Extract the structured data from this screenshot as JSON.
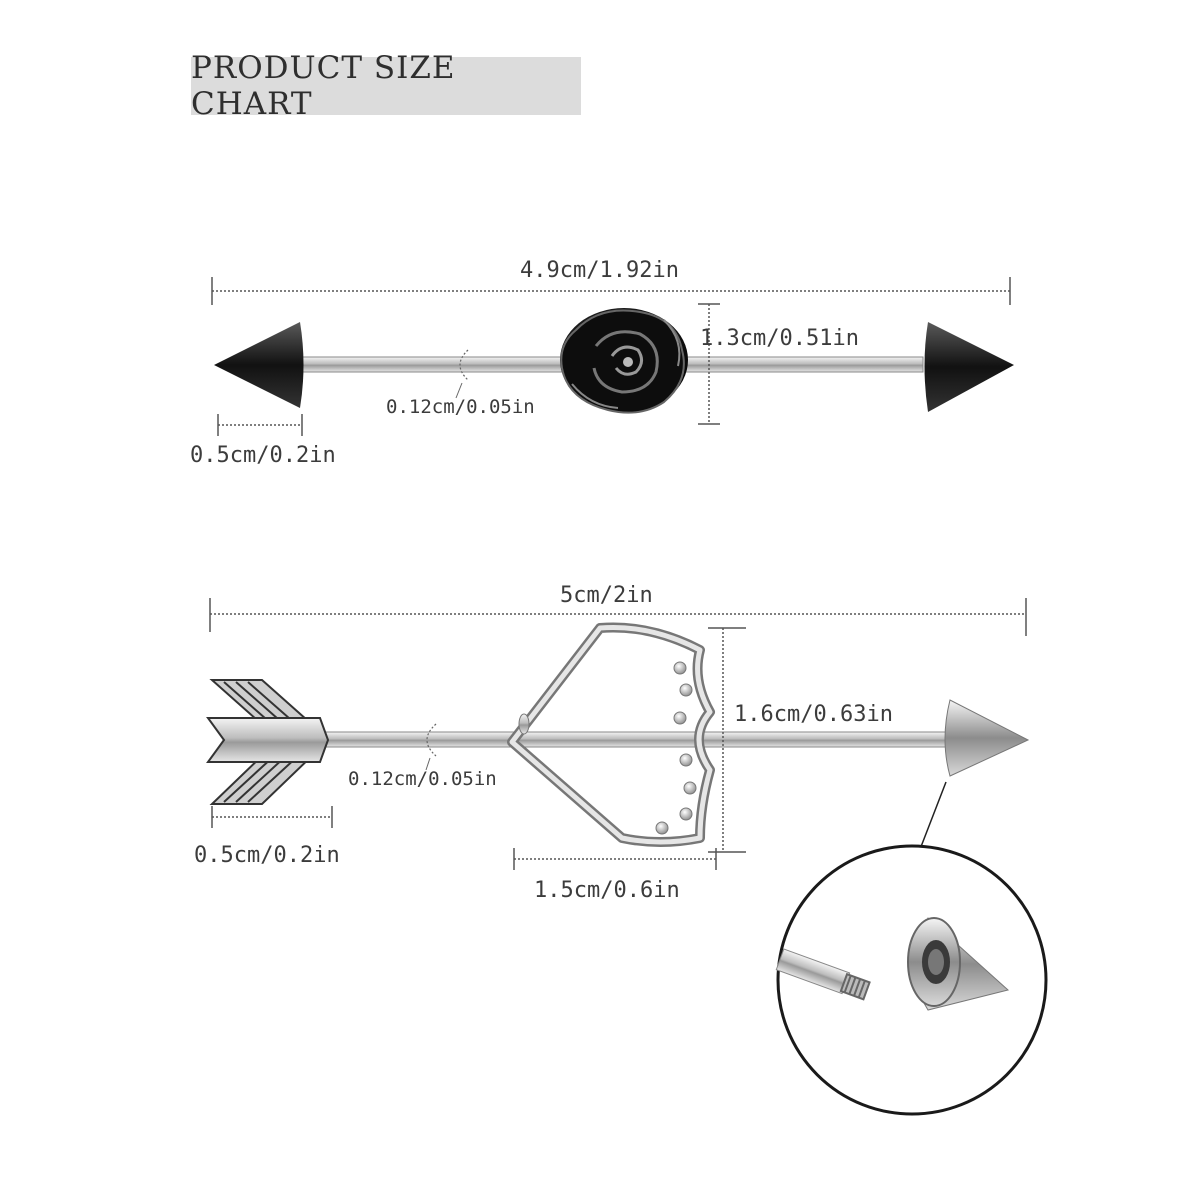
{
  "title": "PRODUCT SIZE CHART",
  "barbell_rose": {
    "length_label": "4.9cm/1.92in",
    "charm_height_label": "1.3cm/0.51in",
    "gauge_label": "0.12cm/0.05in",
    "end_size_label": "0.5cm/0.2in"
  },
  "barbell_arrow": {
    "length_label": "5cm/2in",
    "charm_height_label": "1.6cm/0.63in",
    "gauge_label": "0.12cm/0.05in",
    "end_size_label": "0.5cm/0.2in",
    "charm_width_label": "1.5cm/0.6in"
  },
  "colors": {
    "title_bg": "#dcdcdc",
    "bar_steel": "#c9c9c9",
    "rose_black": "#111111",
    "measure_line": "#555555"
  }
}
